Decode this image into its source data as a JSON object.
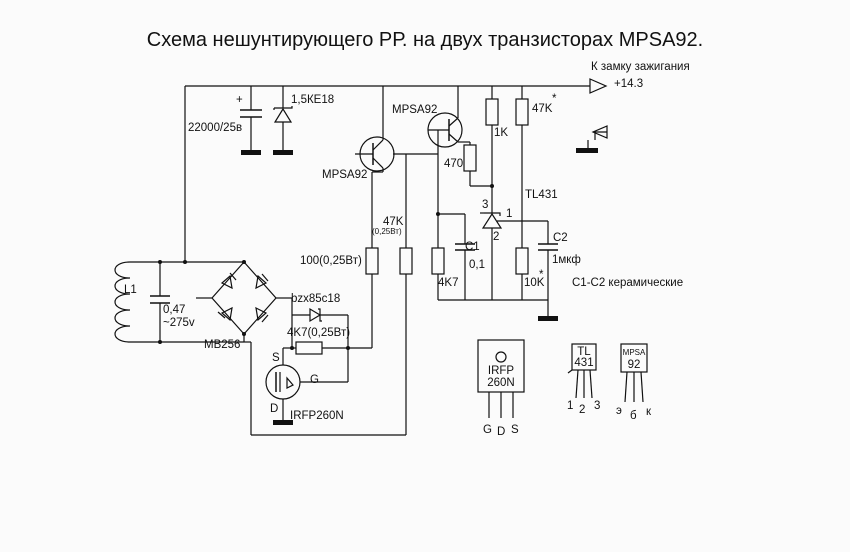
{
  "title": "Схема нешунтирующего РР.  на двух транзисторах MPSA92.",
  "ignition": {
    "label": "К замку зажигания",
    "voltage": "+14.3"
  },
  "labels": {
    "cap_main": "22000/25в",
    "suppressor": "1,5КЕ18",
    "transistor_left": "MPSA92",
    "transistor_right": "MPSA92",
    "r_1k": "1K",
    "r_470": "470",
    "r_47k_top": "47K",
    "r_47k_top_star": "*",
    "tl431": "TL431",
    "tl_pin3": "3",
    "tl_pin1": "1",
    "tl_pin2": "2",
    "c2": "C2",
    "c2_value": "1мкф",
    "c1": "C1",
    "c1_value": "0,1",
    "r_4k7": "4K7",
    "r_10k": "10K",
    "r_10k_star": "*",
    "ceramic_note": "C1-C2 керамические",
    "r_47k_mid": "47K",
    "r_47k_mid_sub": "(0,25Вт)",
    "r_100": "100(0,25Вт)",
    "coil": "L1",
    "cap_ac": "0,47",
    "cap_ac_v": "~275v",
    "bridge": "MB256",
    "zener": "bzx85c18",
    "r_4k7_gate": "4K7(0,25Вт)",
    "mos_s": "S",
    "mos_g": "G",
    "mos_d": "D",
    "mosfet": "IRFP260N",
    "plus": "+"
  },
  "pinouts": {
    "irfp": {
      "line1": "IRFP",
      "line2": "260N",
      "pins": [
        "G",
        "D",
        "S"
      ]
    },
    "tl431": {
      "line1": "TL",
      "line2": "431",
      "pins": [
        "1",
        "2",
        "3"
      ]
    },
    "mpsa92": {
      "line1": "MPSA",
      "line2": "92",
      "pins": [
        "э",
        "б",
        "к"
      ]
    }
  }
}
